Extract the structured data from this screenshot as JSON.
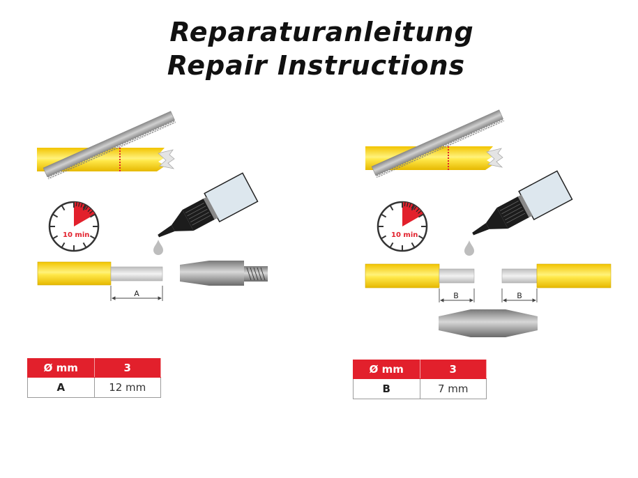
{
  "header": {
    "title_de": "Reparaturanleitung",
    "title_en": "Repair Instructions"
  },
  "panels": [
    {
      "id": "left",
      "timer_label": "10 min",
      "dimension_label": "A",
      "icons": [
        "hacksaw-icon",
        "yellow-cable-icon",
        "stopwatch-icon",
        "glue-bottle-icon",
        "glue-drop-icon",
        "stripped-cable-icon",
        "threaded-connector-icon"
      ],
      "table": {
        "header": [
          "Ø mm",
          "3"
        ],
        "rows": [
          [
            "A",
            "12 mm"
          ]
        ]
      }
    },
    {
      "id": "right",
      "timer_label": "10 min",
      "dimension_label": "B",
      "icons": [
        "hacksaw-icon",
        "yellow-cable-icon",
        "stopwatch-icon",
        "glue-bottle-icon",
        "glue-drop-icon",
        "stripped-cable-icon",
        "splice-connector-icon"
      ],
      "table": {
        "header": [
          "Ø mm",
          "3"
        ],
        "rows": [
          [
            "B",
            "7 mm"
          ]
        ]
      }
    }
  ],
  "colors": {
    "accent_red": "#e2202c",
    "cable_yellow": "#f5d000",
    "metal_grey": "#a8a8a8",
    "bottle_blue": "#dde7ee"
  }
}
